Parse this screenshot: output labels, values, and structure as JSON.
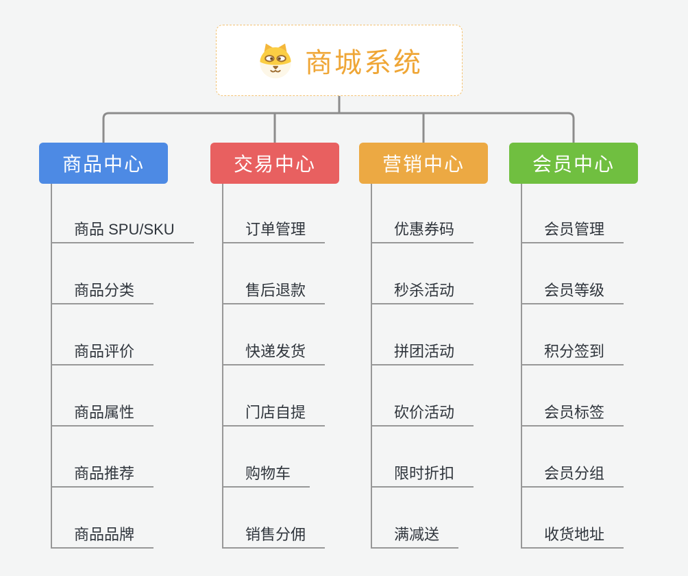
{
  "root": {
    "label": "商城系统",
    "icon": "dog-face",
    "text_color": "#efa636",
    "border_color": "#f3c272",
    "background": "#ffffff"
  },
  "branches": [
    {
      "label": "商品中心",
      "color": "#4d8ae4",
      "children": [
        "商品 SPU/SKU",
        "商品分类",
        "商品评价",
        "商品属性",
        "商品推荐",
        "商品品牌"
      ]
    },
    {
      "label": "交易中心",
      "color": "#e86060",
      "children": [
        "订单管理",
        "售后退款",
        "快递发货",
        "门店自提",
        "购物车",
        "销售分佣"
      ]
    },
    {
      "label": "营销中心",
      "color": "#eca943",
      "children": [
        "优惠券码",
        "秒杀活动",
        "拼团活动",
        "砍价活动",
        "限时折扣",
        "满减送"
      ]
    },
    {
      "label": "会员中心",
      "color": "#70bf40",
      "children": [
        "会员管理",
        "会员等级",
        "积分签到",
        "会员标签",
        "会员分组",
        "收货地址"
      ]
    }
  ],
  "colors": {
    "connector": "#8c8c8c",
    "leaf_line": "#979797",
    "page_background": "#f4f5f5",
    "leaf_text": "#2f353c"
  }
}
